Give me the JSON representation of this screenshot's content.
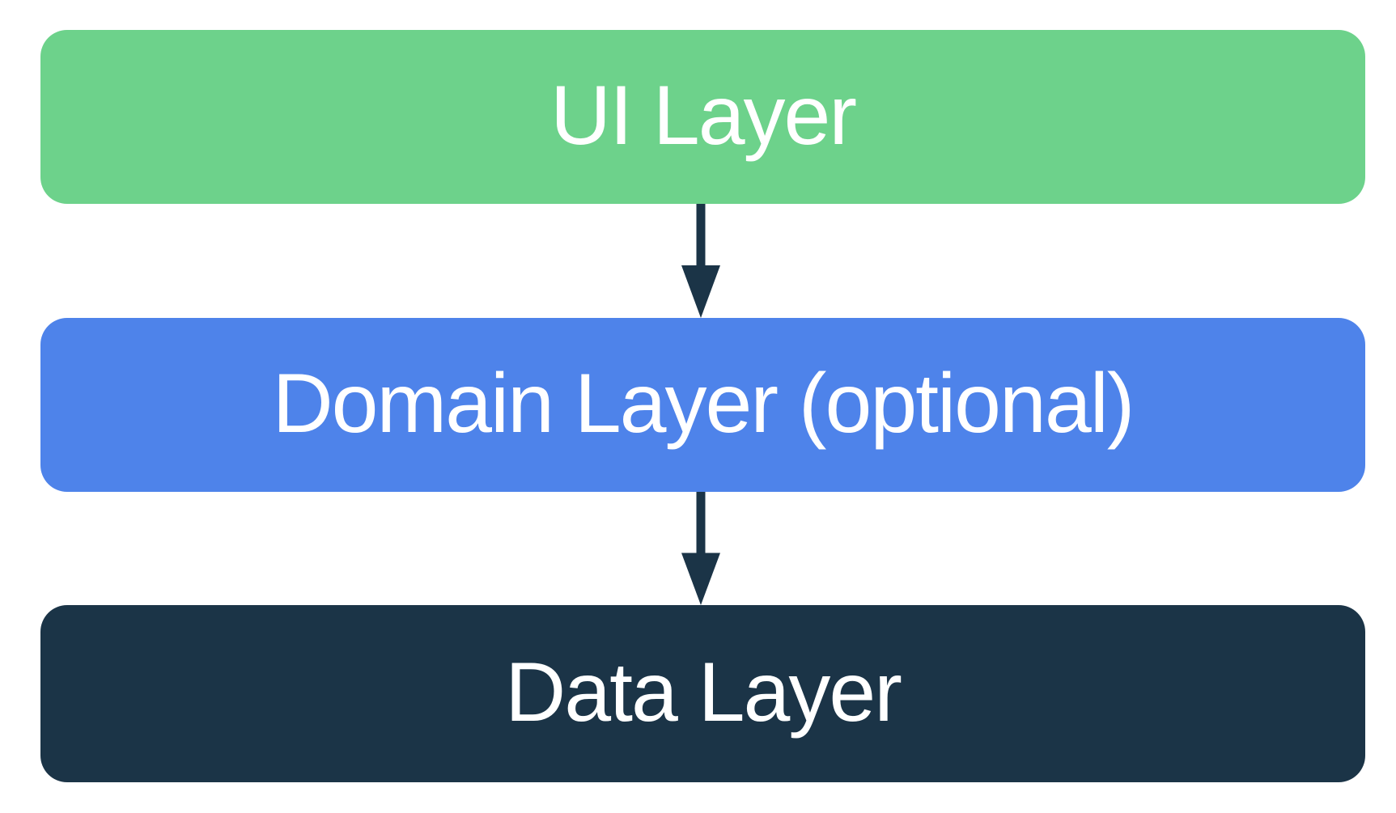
{
  "diagram": {
    "background": "#FFFFFF",
    "layers": [
      {
        "id": "ui",
        "label": "UI Layer",
        "color": "#6DD28B",
        "text_color": "#FFFFFF"
      },
      {
        "id": "domain",
        "label": "Domain Layer (optional)",
        "color": "#4E83EA",
        "text_color": "#FFFFFF"
      },
      {
        "id": "data",
        "label": "Data Layer",
        "color": "#1B3447",
        "text_color": "#FFFFFF"
      }
    ],
    "arrows": [
      {
        "from": "ui",
        "to": "domain",
        "direction": "down",
        "color": "#1B3447"
      },
      {
        "from": "domain",
        "to": "data",
        "direction": "down",
        "color": "#1B3447"
      }
    ]
  }
}
